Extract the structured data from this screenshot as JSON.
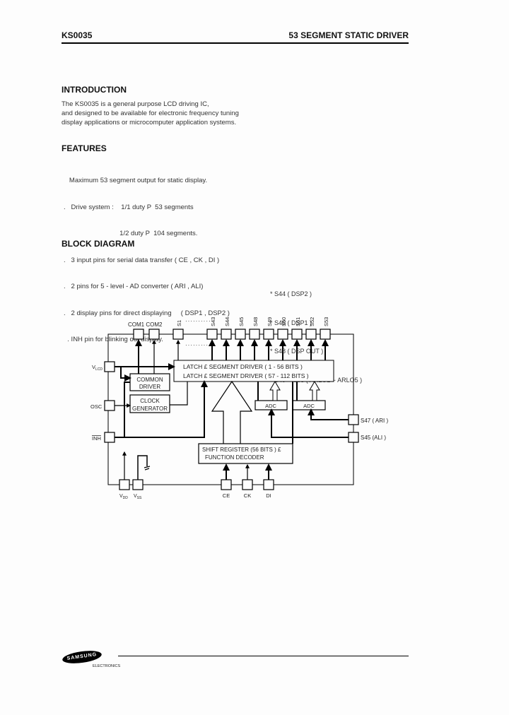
{
  "header": {
    "part_number": "KS0035",
    "title": "53 SEGMENT STATIC DRIVER"
  },
  "introduction": {
    "heading": "INTRODUCTION",
    "lines": [
      "The KS0035 is a general purpose LCD driving IC,",
      "and designed to be available for electronic frequency tuning",
      "display applications or microcomputer application systems."
    ]
  },
  "features": {
    "heading": "FEATURES",
    "lines": [
      "   Maximum 53 segment output for static display.",
      ".   Drive system :    1/1 duty P  53 segments",
      "                              1/2 duty P  104 segments.",
      ".   3 input pins for serial data transfer ( CE , CK , DI )",
      ".   2 pins for 5 - level - AD converter ( ARI , ALI)",
      ".   2 display pins for direct displaying     ( DSP1 , DSP2 )",
      "  . INH pin for blinking out display."
    ]
  },
  "block_diagram": {
    "heading": "BLOCK DIAGRAM",
    "notes": [
      "* S44 ( DSP2 )",
      "* S46 ( DSP1 )",
      "* S48 ( DSP OUT )",
      "* S49 ~ S53 ( ARLO1 ~ ARLO5 )"
    ],
    "top_pins": [
      "COM1",
      "COM2",
      "S1",
      "S43",
      "S44",
      "S45",
      "S48",
      "S49",
      "S50",
      "S51",
      "S52",
      "S53"
    ],
    "top_pin_labels": {
      "com": "COM1 COM2",
      "dots": "··········"
    },
    "left_pins": [
      "VLCD",
      "OSC",
      "INH"
    ],
    "right_pins": [
      "S47 ( ARI )",
      "S45 (ALI )"
    ],
    "bottom_pins": [
      "VDD",
      "VSS",
      "CE",
      "CK",
      "DI"
    ],
    "blocks": {
      "latch1": "LATCH £   SEGMENT  DRIVER  ( 1 - 56  BITS )",
      "latch2": "LATCH £   SEGMENT  DRIVER  ( 57 -  112  BITS )",
      "common_driver": [
        "COMMON",
        "DRIVER"
      ],
      "clock_generator": [
        "CLOCK",
        "GENERATOR"
      ],
      "adc1": "ADC",
      "adc2": "ADC",
      "shift_register": [
        "SHIFT REGISTER (56 BITS ) £",
        "FUNCTION DECODER"
      ]
    }
  },
  "footer": {
    "brand": "SAMSUNG",
    "division": "ELECTRONICS"
  }
}
